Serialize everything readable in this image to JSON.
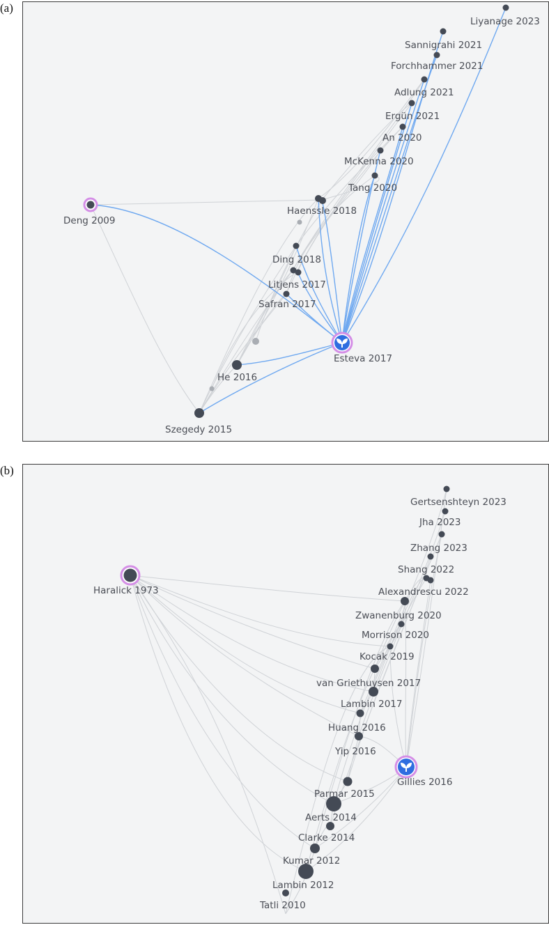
{
  "panel_a": {
    "letter": "(a)",
    "center": "Esteva 2017",
    "papers": [
      "Liyanage 2023",
      "Sannigrahi 2021",
      "Forchhammer 2021",
      "Adlung 2021",
      "Ergün 2021",
      "An 2020",
      "McKenna 2020",
      "Tang 2020",
      "Haenssle 2018",
      "Deng 2009",
      "Ding 2018",
      "Litjens 2017",
      "Safran 2017",
      "Esteva 2017",
      "He 2016",
      "Szegedy 2015"
    ]
  },
  "panel_b": {
    "letter": "(b)",
    "center": "Gillies 2016",
    "papers": [
      "Gertsenshteyn 2023",
      "Jha 2023",
      "Zhang 2023",
      "Shang 2022",
      "Alexandrescu 2022",
      "Zwanenburg 2020",
      "Morrison 2020",
      "Kocak 2019",
      "van Griethuysen 2017",
      "Lambin 2017",
      "Haralick 1973",
      "Huang 2016",
      "Yip 2016",
      "Gillies 2016",
      "Parmar 2015",
      "Aerts 2014",
      "Clarke 2014",
      "Kumar 2012",
      "Lambin 2012",
      "Tatli 2010"
    ]
  },
  "colors": {
    "edge_highlight": "#6ea8f0",
    "edge": "#c9ccd1",
    "node": "#444a55",
    "ring": "#d48ee6",
    "center": "#2f6de0"
  }
}
